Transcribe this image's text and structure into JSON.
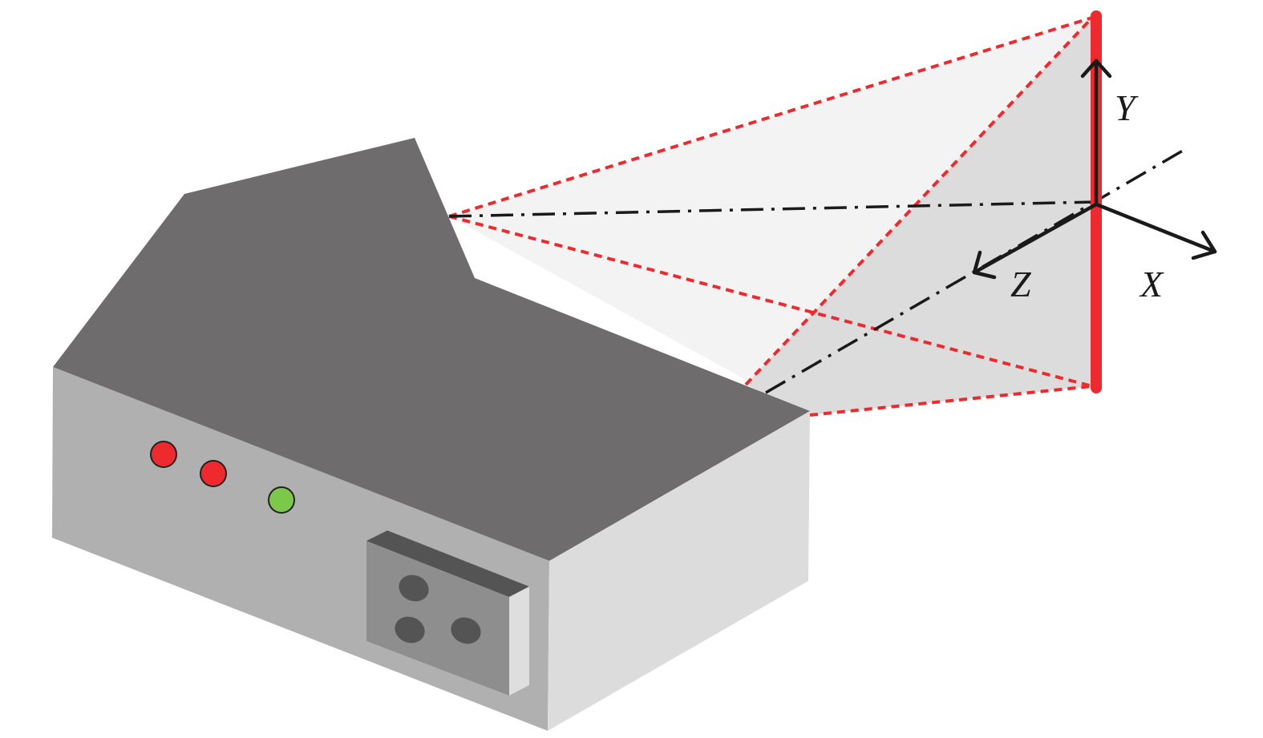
{
  "diagram": {
    "axes": {
      "x_label": "X",
      "y_label": "Y",
      "z_label": "Z"
    },
    "colors": {
      "device_top": "#6e6c6d",
      "device_front": "#b0b0b0",
      "device_side": "#dcdcdc",
      "laser_line": "#ee2a2f",
      "led_red": "#ee2a2f",
      "led_green": "#7cc84a",
      "axis": "#1a1a1a"
    }
  }
}
